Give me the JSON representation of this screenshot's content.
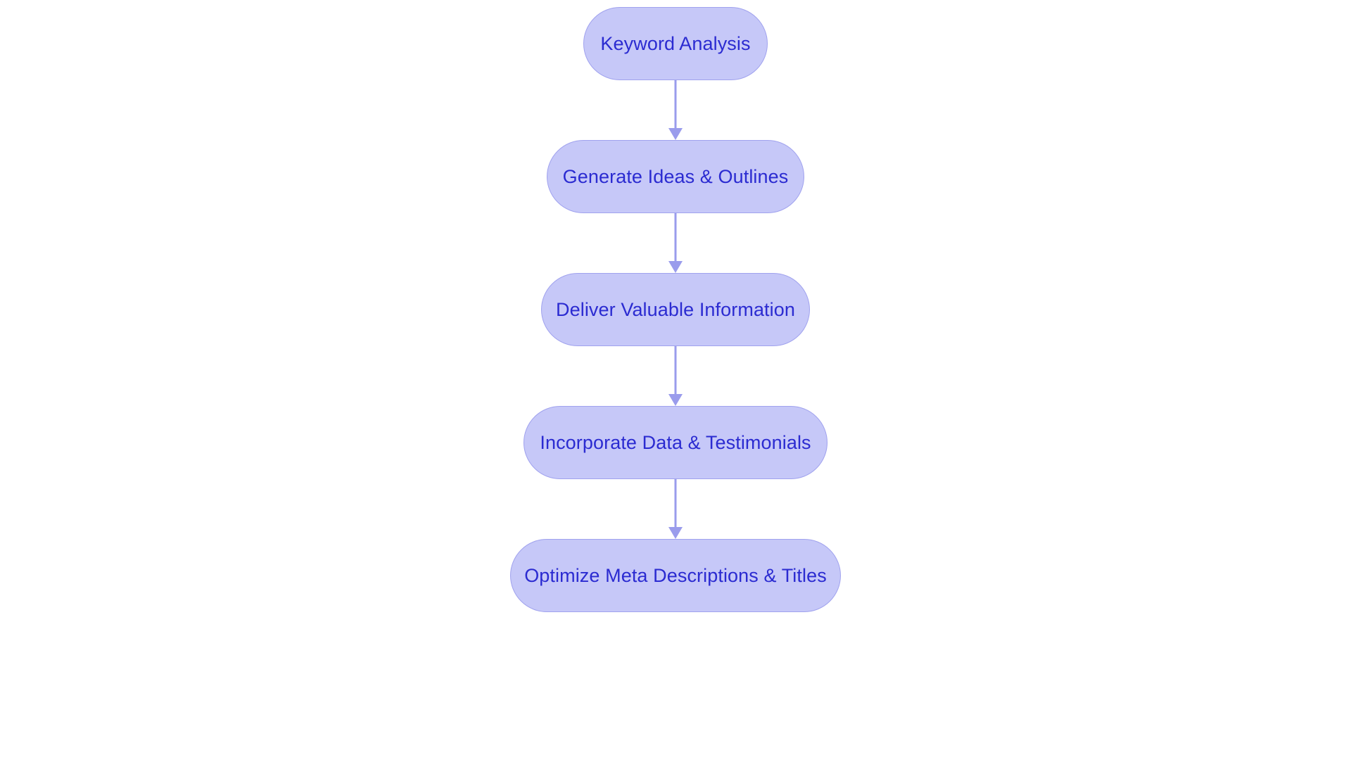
{
  "diagram": {
    "type": "flowchart",
    "orientation": "top-to-bottom",
    "title": "",
    "background_color": "#ffffff",
    "node_fill_color": "#c6c8f8",
    "node_border_color": "#a0a2ee",
    "node_text_color": "#2b2bd1",
    "arrow_color": "#9a9cec",
    "node_shape": "stadium",
    "nodes": [
      {
        "id": "node-1",
        "label": "Keyword Analysis"
      },
      {
        "id": "node-2",
        "label": "Generate Ideas & Outlines"
      },
      {
        "id": "node-3",
        "label": "Deliver Valuable Information"
      },
      {
        "id": "node-4",
        "label": "Incorporate Data & Testimonials"
      },
      {
        "id": "node-5",
        "label": "Optimize Meta Descriptions & Titles"
      }
    ],
    "edges": [
      {
        "id": "edge-1",
        "from": "node-1",
        "to": "node-2",
        "label": "",
        "style": "solid-arrow"
      },
      {
        "id": "edge-2",
        "from": "node-2",
        "to": "node-3",
        "label": "",
        "style": "solid-arrow"
      },
      {
        "id": "edge-3",
        "from": "node-3",
        "to": "node-4",
        "label": "",
        "style": "solid-arrow"
      },
      {
        "id": "edge-4",
        "from": "node-4",
        "to": "node-5",
        "label": "",
        "style": "solid-arrow"
      }
    ]
  }
}
